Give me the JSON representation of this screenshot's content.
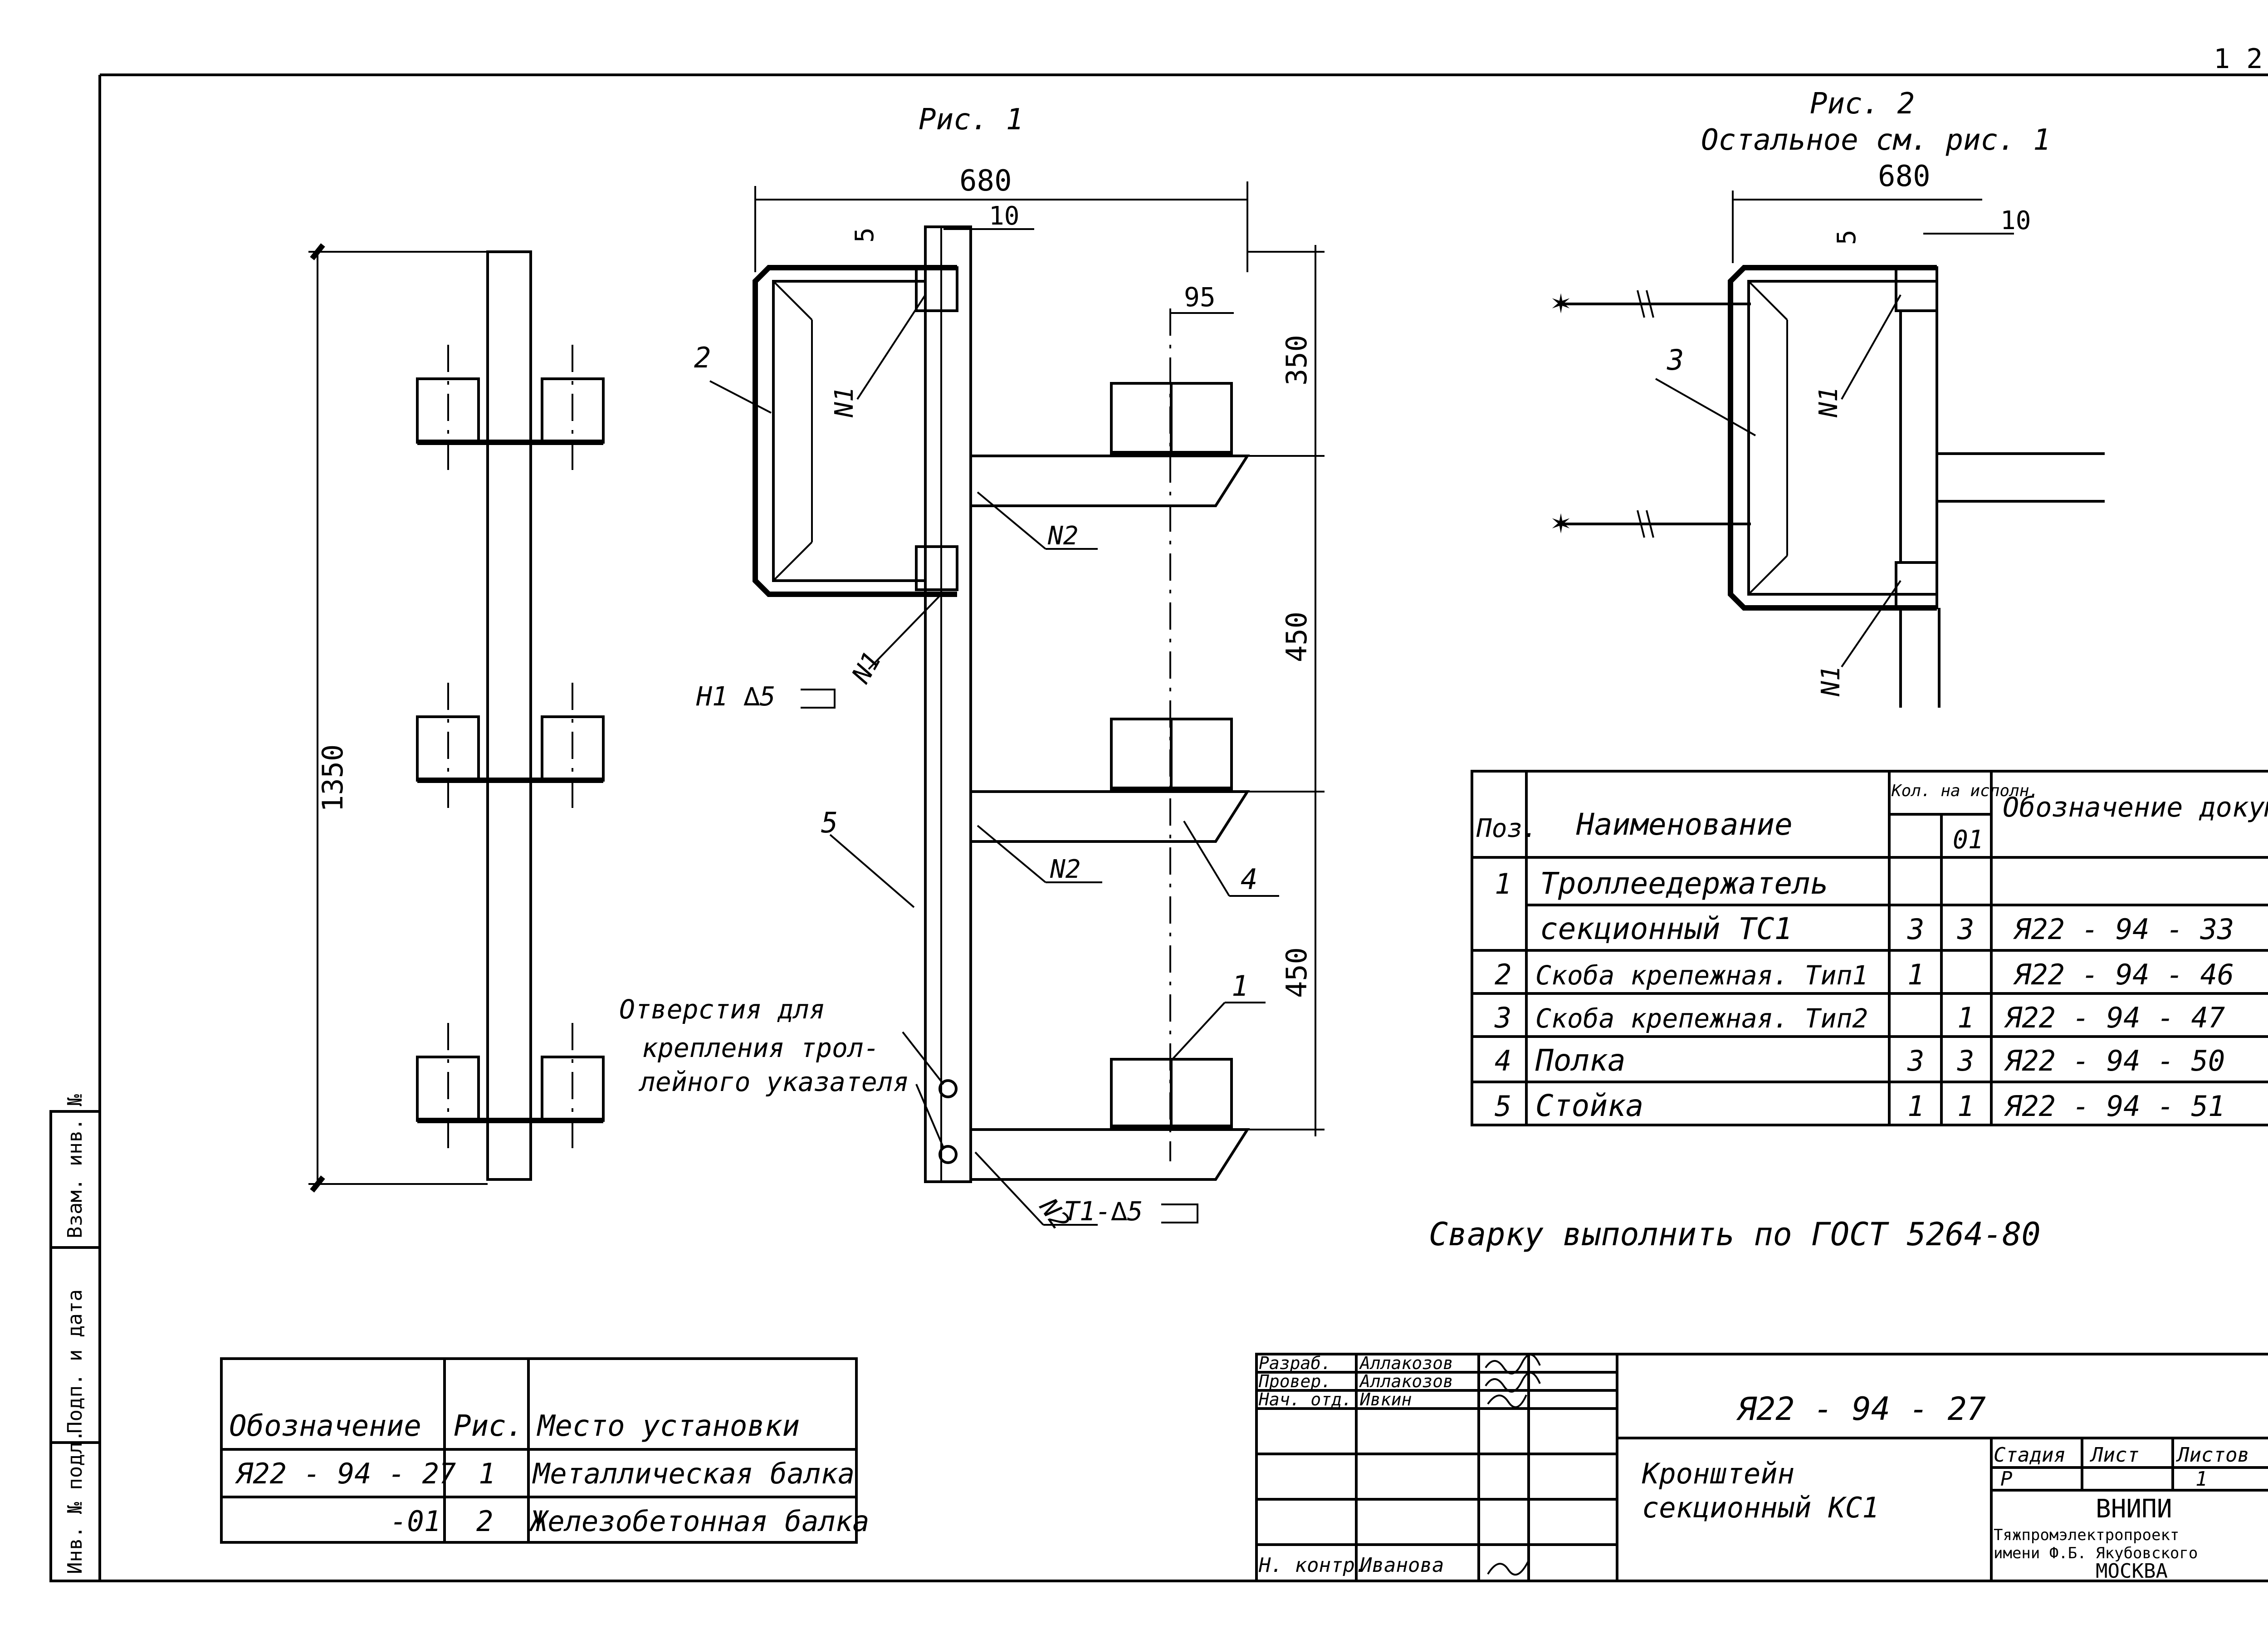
{
  "corner_mark": "1 2(",
  "fig1": {
    "title": "Рис. 1",
    "dim_width": "680",
    "dim_gap": "10",
    "dim_5": "5",
    "dim_95": "95",
    "dim_350": "350",
    "dim_450a": "450",
    "dim_450b": "450",
    "dim_1350": "1350",
    "weld_n1a": "N1",
    "weld_n1b": "N1",
    "weld_n2a": "N2",
    "weld_n2b": "N2",
    "weld_n2c": "N2",
    "weld_h1": "H1 ∆5",
    "weld_t1": "T1-∆5",
    "pos2": "2",
    "pos5": "5",
    "pos4": "4",
    "pos1": "1",
    "holes_note": [
      "Отверстия  для",
      "крепления трол-",
      "лейного указателя"
    ]
  },
  "fig2": {
    "title": "Рис. 2",
    "subtitle": "Остальное см. рис. 1",
    "dim_width": "680",
    "dim_gap": "10",
    "dim_5": "5",
    "pos3": "3",
    "weld_n1a": "N1",
    "weld_n1b": "N1"
  },
  "spec_table": {
    "headers": {
      "pos": "Поз.",
      "name": "Наименование",
      "qty": "Кол. на исполн.",
      "qty_sub": "01",
      "doc": "Обозначение документа"
    },
    "rows": [
      {
        "pos": "1",
        "name": "Троллеедержатель",
        "q1": "",
        "q2": "",
        "doc": ""
      },
      {
        "pos": "",
        "name": "секционный  ТС1",
        "q1": "3",
        "q2": "3",
        "doc": "Я22 - 94 - 33"
      },
      {
        "pos": "2",
        "name": "Скоба крепежная. Тип1",
        "q1": "1",
        "q2": "",
        "doc": "Я22 - 94 - 46"
      },
      {
        "pos": "3",
        "name": "Скоба крепежная. Тип2",
        "q1": "",
        "q2": "1",
        "doc": "Я22 - 94 - 47"
      },
      {
        "pos": "4",
        "name": "Полка",
        "q1": "3",
        "q2": "3",
        "doc": "Я22 - 94 - 50"
      },
      {
        "pos": "5",
        "name": "Стойка",
        "q1": "1",
        "q2": "1",
        "doc": "Я22 - 94 - 51"
      }
    ]
  },
  "weld_note": "Сварку выполнить по ГОСТ 5264-80",
  "variants_table": {
    "headers": {
      "code": "Обозначение",
      "fig": "Рис.",
      "place": "Место установки"
    },
    "rows": [
      {
        "code": "Я22 - 94 - 27",
        "fig": "1",
        "place": "Металлическая балка"
      },
      {
        "code": "-01",
        "fig": "2",
        "place": "Железобетонная балка"
      }
    ]
  },
  "left_stamp": [
    "Взам. инв. №",
    "Подп. и дата",
    "Инв. № подл."
  ],
  "title_block": {
    "roles": [
      {
        "role": "Разраб.",
        "name": "Аллакозов"
      },
      {
        "role": "Провер.",
        "name": "Аллакозов"
      },
      {
        "role": "Нач. отд.",
        "name": "Ивкин"
      },
      {
        "role": "",
        "name": ""
      },
      {
        "role": "",
        "name": ""
      },
      {
        "role": "",
        "name": ""
      },
      {
        "role": "Н. контр.",
        "name": "Иванова"
      }
    ],
    "doc_code": "Я22 - 94 - 27",
    "item_name": [
      "Кронштейн",
      "секционный  КС1"
    ],
    "stage_label": "Стадия",
    "sheet_label": "Лист",
    "sheets_label": "Листов",
    "stage_value": "Р",
    "sheets_value": "1",
    "org": [
      "ВНИПИ",
      "Тяжпромэлектропроект",
      "имени Ф.Б. Якубовского",
      "МОСКВА"
    ]
  }
}
